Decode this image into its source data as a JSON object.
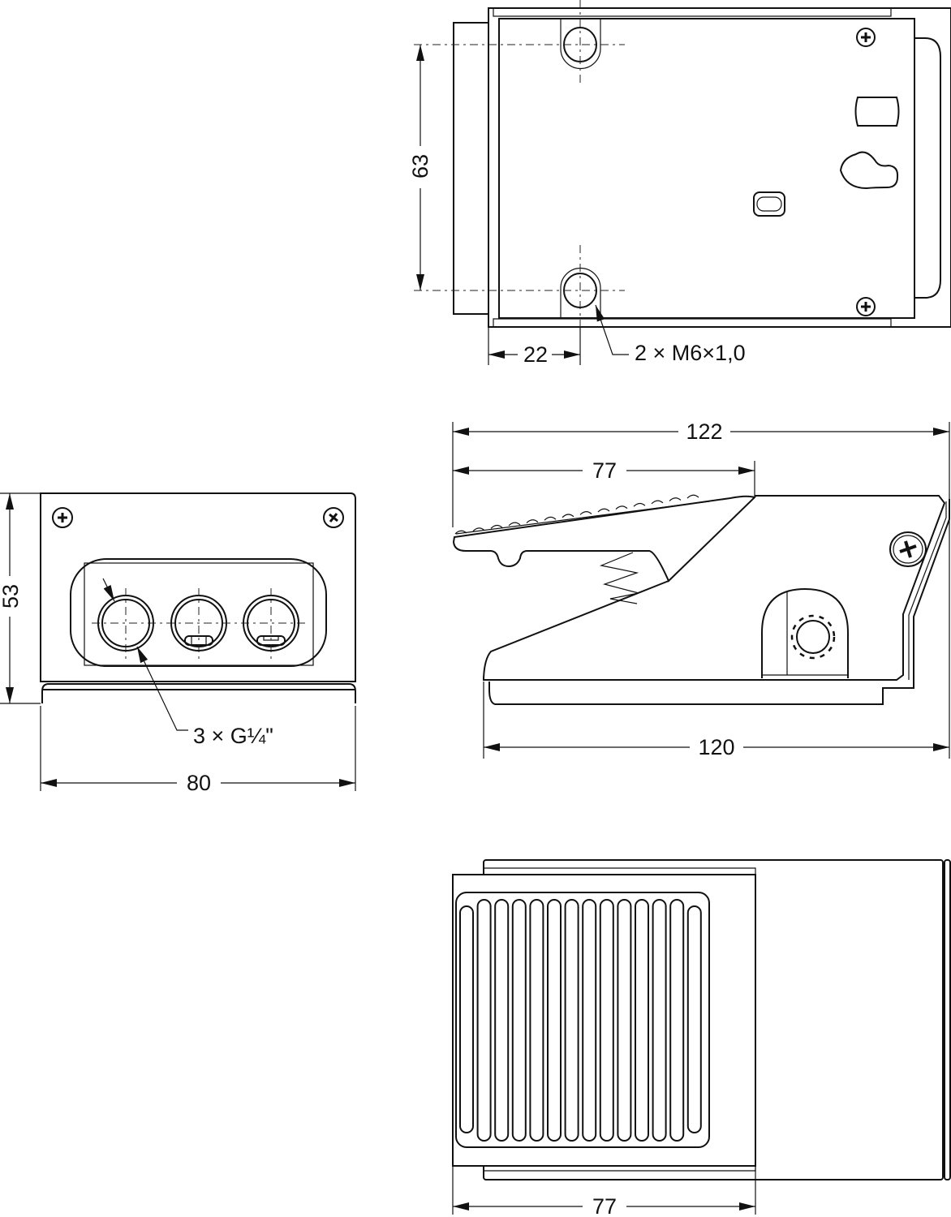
{
  "top_view": {
    "dim_height": "63",
    "dim_offset": "22",
    "thread_note": "2 × M6×1,0"
  },
  "side_view": {
    "dim_overall": "122",
    "dim_pedal": "77",
    "dim_base": "120"
  },
  "front_view": {
    "dim_height": "53",
    "dim_width": "80",
    "port_note": "3 × G¼\""
  },
  "bottom_view": {
    "dim_pedal": "77",
    "grip_slot_count": 14
  },
  "colors": {
    "line": "#111111",
    "background": "#ffffff"
  }
}
